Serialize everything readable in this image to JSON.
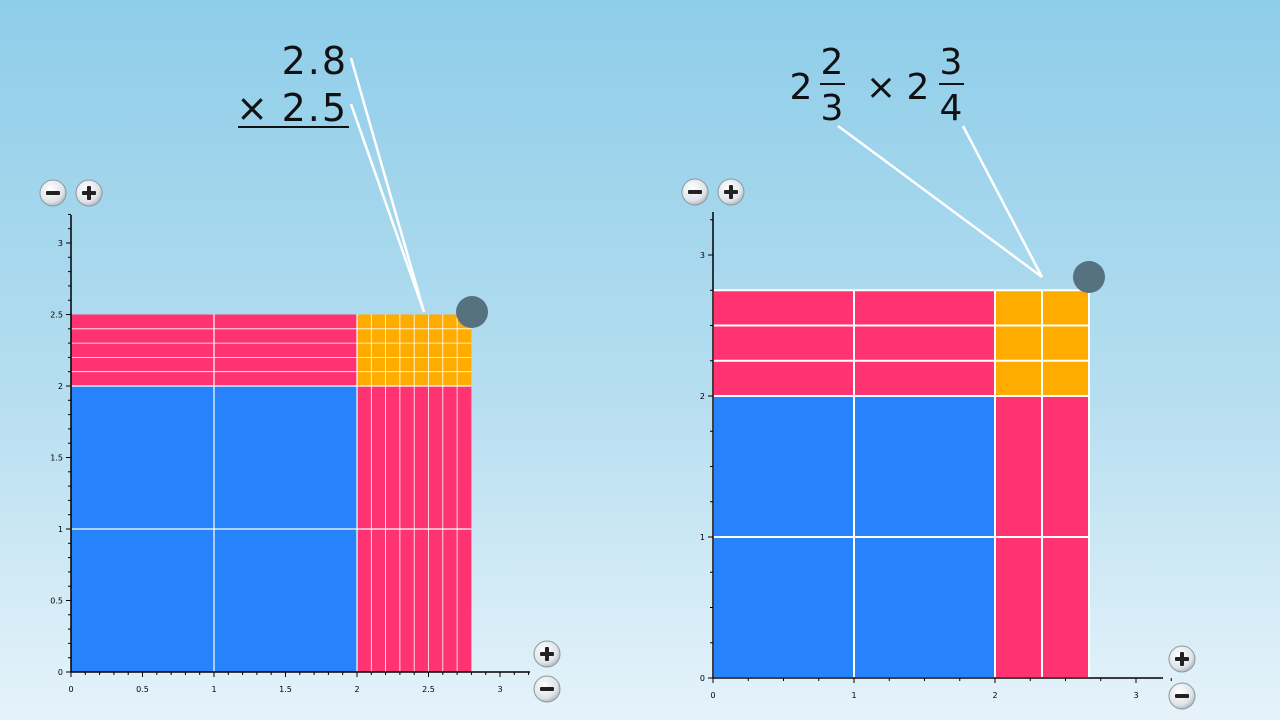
{
  "colors": {
    "background_top": "#8ecde9",
    "blue_region": "#2683fb",
    "pink_region": "#ff3272",
    "orange_region": "#ffac00",
    "grid_line": "#ffffff",
    "handle": "#56717f"
  },
  "icons": {
    "zoom_in": "plus-icon",
    "zoom_out": "minus-icon",
    "handle": "drag-handle-icon"
  },
  "left_model": {
    "expression": {
      "line1": "2.8",
      "operator": "×",
      "line2": "2.5"
    },
    "x_factor": 2.8,
    "y_factor": 2.5,
    "x_subdivision": 0.1,
    "y_subdivision": 0.1,
    "x_ticks": [
      "0",
      "0.5",
      "1",
      "1.5",
      "2",
      "2.5",
      "3"
    ],
    "y_ticks": [
      "0",
      "0.5",
      "1",
      "1.5",
      "2",
      "2.5",
      "3"
    ]
  },
  "right_model": {
    "expression": {
      "whole1": "2",
      "num1": "2",
      "den1": "3",
      "operator": "×",
      "whole2": "2",
      "num2": "3",
      "den2": "4"
    },
    "x_factor": 2.6667,
    "y_factor": 2.75,
    "x_subdivision": 0.3333,
    "y_subdivision": 0.25,
    "x_ticks": [
      "0",
      "1",
      "2",
      "3"
    ],
    "y_ticks": [
      "0",
      "1",
      "2",
      "3"
    ]
  }
}
